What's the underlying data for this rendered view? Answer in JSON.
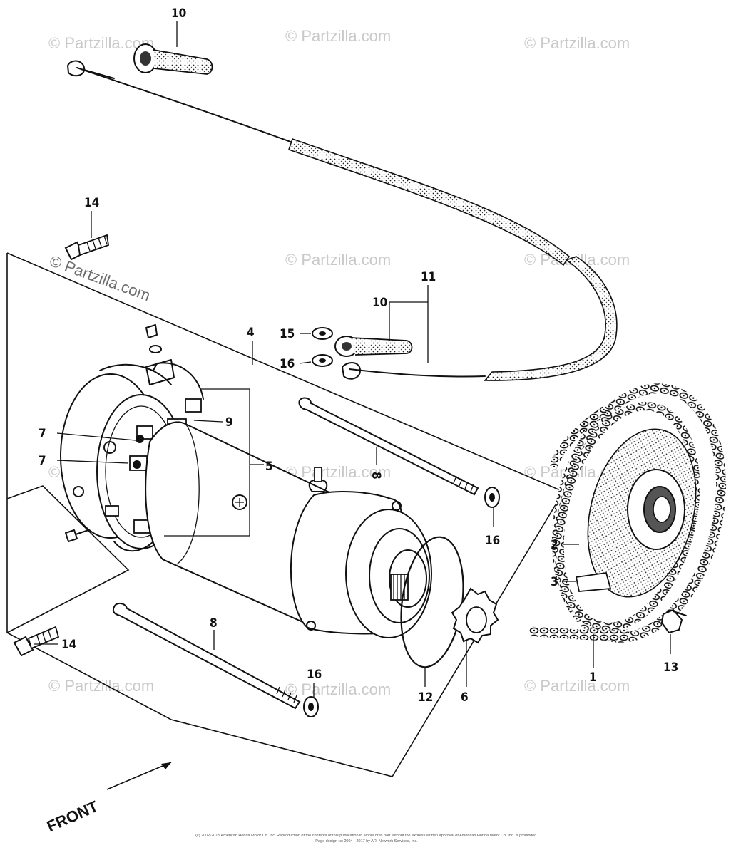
{
  "watermark": {
    "text": "© Partzilla.com",
    "prominent_text": "© Partzilla.com"
  },
  "callouts": {
    "c1": "1",
    "c2": "2",
    "c3": "3",
    "c4": "4",
    "c5": "5",
    "c6": "6",
    "c7a": "7",
    "c7b": "7",
    "c8a": "8",
    "c8b": "8",
    "c9": "9",
    "c10a": "10",
    "c10b": "10",
    "c11": "11",
    "c12": "12",
    "c13": "13",
    "c14a": "14",
    "c14b": "14",
    "c15": "15",
    "c16a": "16",
    "c16b": "16",
    "c16c": "16"
  },
  "direction_label": "FRONT",
  "copyright": {
    "line1": "(c) 2002-2015 American Honda Motor Co. Inc. Reproduction of the contents of this publication in whole or in part without the express written approval of American Honda Motor Co. Inc. is prohibited.",
    "line2": "Page design (c) 2004 - 2017 by ARI Network Services, Inc."
  },
  "colors": {
    "ink": "#111111",
    "watermark": "#c9c9c9",
    "background": "#ffffff"
  }
}
